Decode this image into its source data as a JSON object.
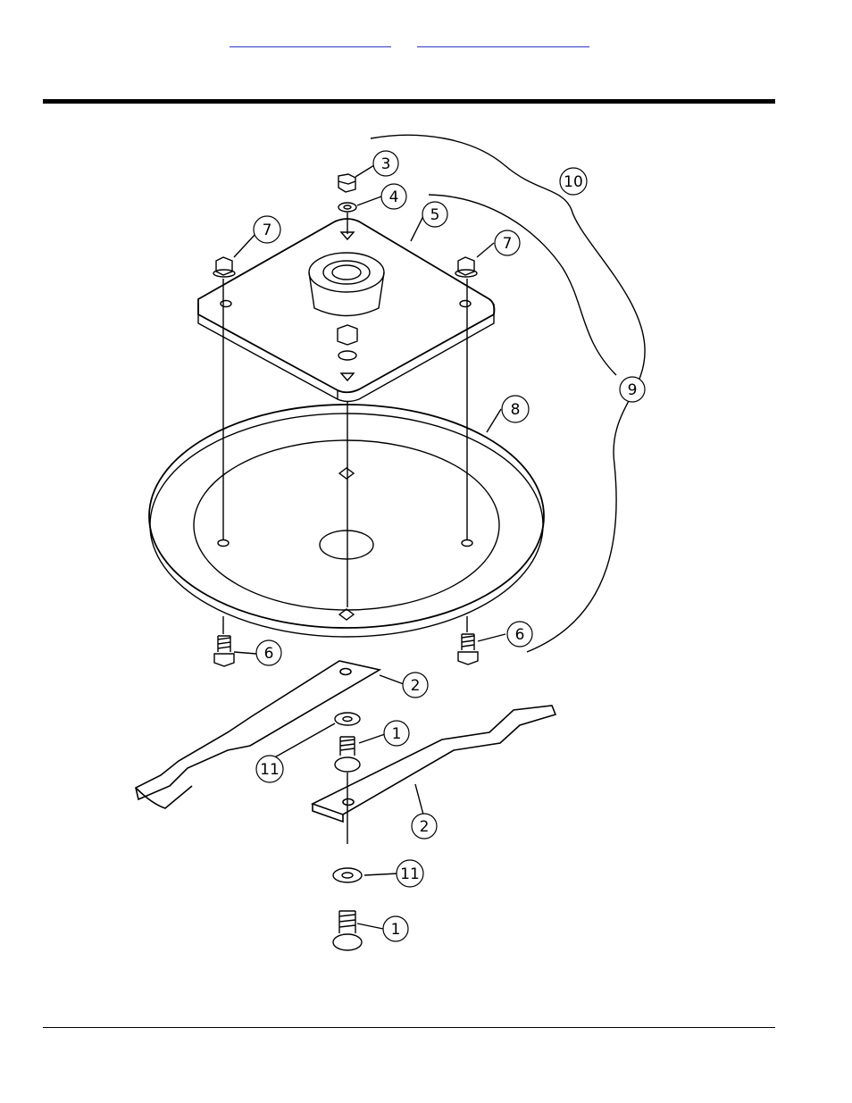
{
  "nav": {
    "prev_label": "",
    "next_label": ""
  },
  "callouts": [
    "1",
    "1",
    "2",
    "2",
    "3",
    "4",
    "5",
    "6",
    "6",
    "7",
    "7",
    "8",
    "9",
    "10",
    "11",
    "11"
  ]
}
